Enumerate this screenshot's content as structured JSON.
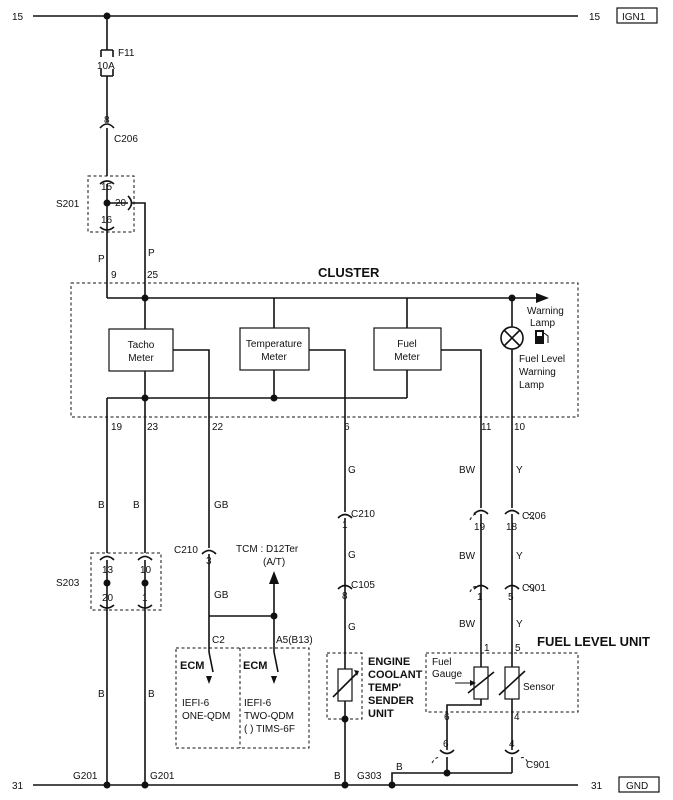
{
  "rails": {
    "top_left": "15",
    "top_right": "15",
    "top_tag": "IGN1",
    "bottom_left": "31",
    "bottom_right": "31",
    "bottom_tag": "GND"
  },
  "fuse": {
    "name": "F11",
    "rating": "10A"
  },
  "connectors": {
    "c206_pin": "8",
    "c206": "C206",
    "s201": "S201",
    "s201_pin_a": "15",
    "s201_pin_b": "20",
    "s201_pin_c": "16",
    "s203": "S203",
    "s203_pin_a": "13",
    "s203_pin_b": "10",
    "s203_pin_c": "20",
    "s203_pin_d": "1",
    "c210_gb": "C210",
    "c210_gb_pin": "3",
    "c210_g": "C210",
    "c210_g_pin": "1",
    "c105": "C105",
    "c105_pin": "8",
    "c206_right": "C206",
    "c206_pin_19": "19",
    "c206_pin_18": "18",
    "c901_top": "C901",
    "c901_pin_1": "1",
    "c901_pin_5": "5",
    "c901_bottom": "C901",
    "c901_pin_6": "6",
    "c901_pin_4": "4"
  },
  "wires": {
    "p1": "P",
    "p2": "P",
    "b1": "B",
    "b2": "B",
    "b3": "B",
    "b4": "B",
    "b5": "B",
    "gb1": "GB",
    "gb2": "GB",
    "g1": "G",
    "g2": "G",
    "g3": "G",
    "bw1": "BW",
    "bw2": "BW",
    "bw3": "BW",
    "y1": "Y",
    "y2": "Y",
    "y3": "Y"
  },
  "cluster": {
    "title": "CLUSTER",
    "pin_9": "9",
    "pin_25": "25",
    "pin_19": "19",
    "pin_23": "23",
    "pin_22": "22",
    "pin_6": "6",
    "pin_11": "11",
    "pin_10": "10",
    "tacho_1": "Tacho",
    "tacho_2": "Meter",
    "temp_1": "Temperature",
    "temp_2": "Meter",
    "fuel_1": "Fuel",
    "fuel_2": "Meter",
    "warning_1": "Warning",
    "warning_2": "Lamp",
    "fuel_warn_1": "Fuel Level",
    "fuel_warn_2": "Warning",
    "fuel_warn_3": "Lamp"
  },
  "tcm": {
    "line1": "TCM : D12Ter",
    "line2": "(A/T)"
  },
  "ecm": {
    "left_pin": "C2",
    "right_pin": "A5(B13)",
    "left_label": "ECM",
    "right_label": "ECM",
    "left_1": "IEFI-6",
    "left_2": "ONE-QDM",
    "right_1": "IEFI-6",
    "right_2": "TWO-QDM",
    "right_3": "(  ) TIMS-6F"
  },
  "sender": {
    "line1": "ENGINE",
    "line2": "COOLANT",
    "line3": "TEMP'",
    "line4": "SENDER",
    "line5": "UNIT"
  },
  "fuel_unit": {
    "title": "FUEL LEVEL UNIT",
    "pin_1": "1",
    "pin_5": "5",
    "pin_6": "6",
    "pin_4": "4",
    "gauge_1": "Fuel",
    "gauge_2": "Gauge",
    "sensor": "Sensor"
  },
  "grounds": {
    "g201a": "G201",
    "g201b": "G201",
    "g303": "G303",
    "b_right": "B"
  }
}
